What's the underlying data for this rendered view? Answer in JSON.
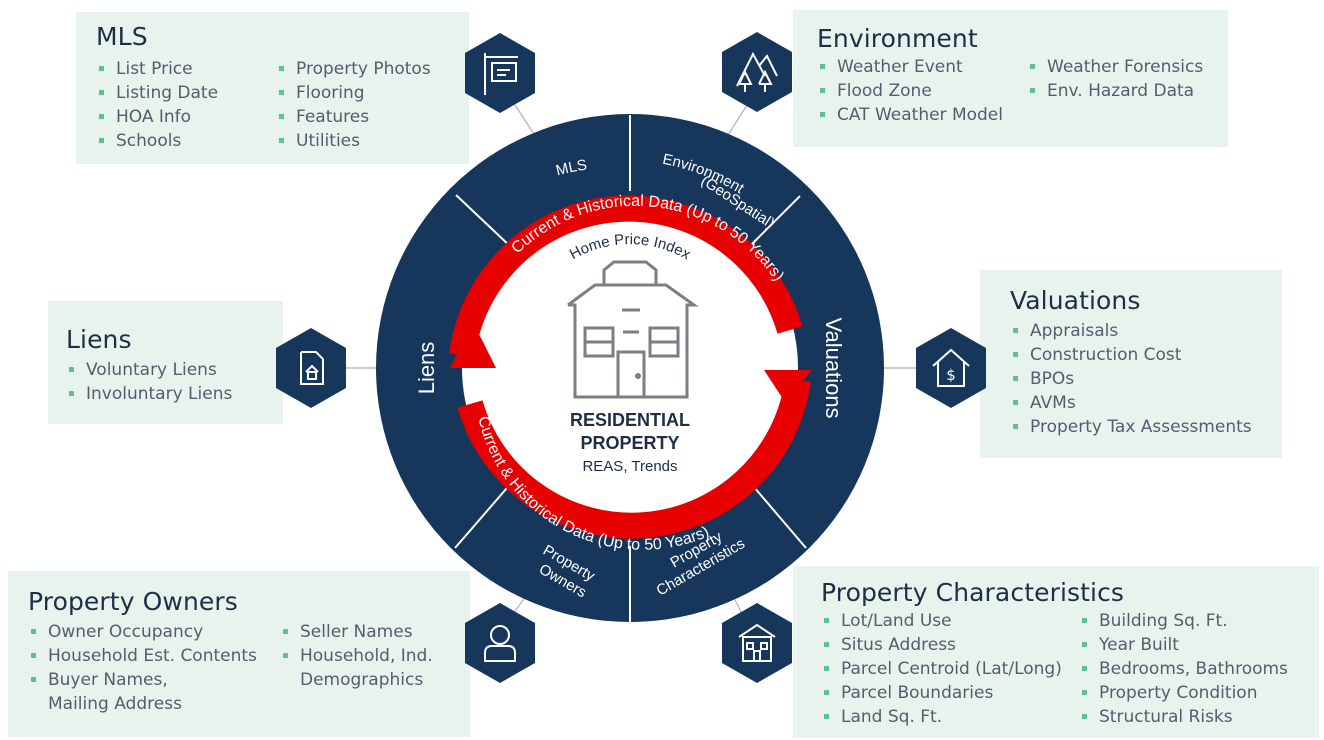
{
  "panels": {
    "mls": {
      "title": "MLS",
      "col1": [
        "List Price",
        "Listing Date",
        "HOA Info",
        "Schools"
      ],
      "col2": [
        "Property Photos",
        "Flooring",
        "Features",
        "Utilities"
      ]
    },
    "environment": {
      "title": "Environment",
      "col1": [
        "Weather Event",
        "Flood Zone",
        "CAT Weather Model"
      ],
      "col2": [
        "Weather Forensics",
        "Env. Hazard Data"
      ]
    },
    "liens": {
      "title": "Liens",
      "col1": [
        "Voluntary Liens",
        "Involuntary Liens"
      ]
    },
    "valuations": {
      "title": "Valuations",
      "col1": [
        "Appraisals",
        "Construction Cost",
        "BPOs",
        "AVMs",
        "Property Tax Assessments"
      ]
    },
    "owners": {
      "title": "Property Owners",
      "col1": [
        "Owner Occupancy",
        "Household Est. Contents",
        "Buyer Names,",
        "Mailing Address"
      ],
      "col2": [
        "Seller Names",
        "Household, Ind.",
        "Demographics"
      ]
    },
    "characteristics": {
      "title": "Property Characteristics",
      "col1": [
        "Lot/Land Use",
        "Situs Address",
        "Parcel Centroid (Lat/Long)",
        "Parcel Boundaries",
        "Land Sq. Ft."
      ],
      "col2": [
        "Building Sq. Ft.",
        "Year Built",
        "Bedrooms, Bathrooms",
        "Property Condition",
        "Structural Risks"
      ]
    }
  },
  "ring": {
    "mls": "MLS",
    "env_line1": "Environment",
    "env_line2": "(GeoSpatial)",
    "valuations": "Valuations",
    "liens": "Liens",
    "owners_line1": "Property",
    "owners_line2": "Owners",
    "char_line1": "Property",
    "char_line2": "Characteristics"
  },
  "arrow": {
    "top_text": "Current & Historical Data (Up to 50 Years)",
    "bottom_text": "Current & Historical Data (Up to 50 Years)"
  },
  "center": {
    "hpi": "Home Price Index",
    "line1": "RESIDENTIAL",
    "line2": "PROPERTY",
    "line3": "REAS, Trends"
  },
  "icons": [
    "sign-icon",
    "mountains-icon",
    "home-document-icon",
    "house-dollar-icon",
    "person-icon",
    "building-icon"
  ],
  "colors": {
    "navy": "#16365c",
    "red": "#e60000",
    "panel": "#e8f3ee",
    "bullet": "#5fbf8e"
  }
}
